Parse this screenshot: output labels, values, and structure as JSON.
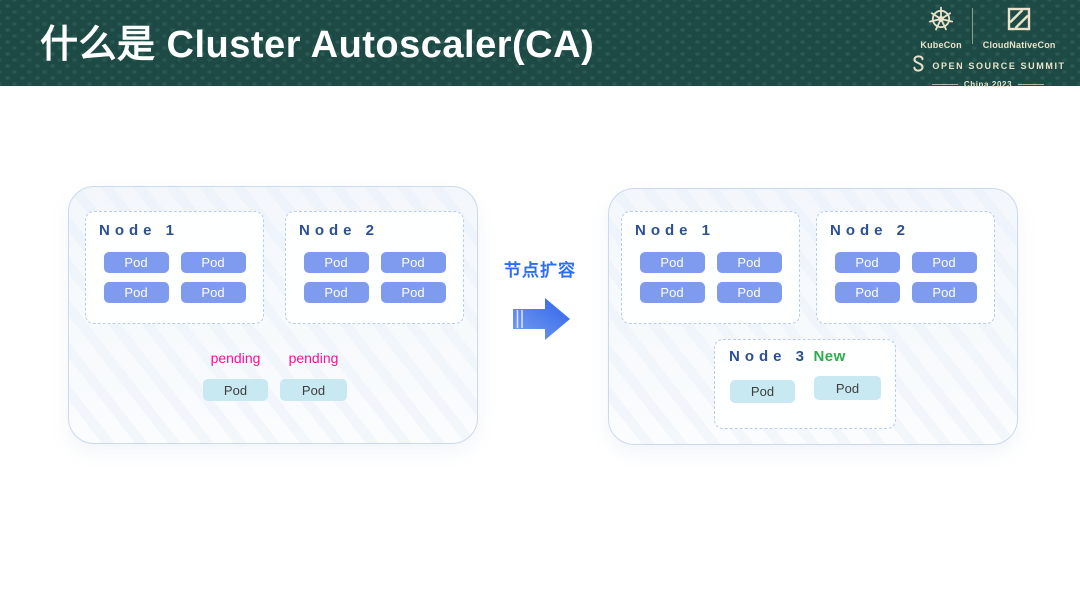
{
  "header": {
    "title": "什么是 Cluster Autoscaler(CA)",
    "logos": {
      "kubecon": "KubeCon",
      "cloudnativecon": "CloudNativeCon",
      "summit": "OPEN SOURCE SUMMIT",
      "edition": "China 2023"
    }
  },
  "diagram": {
    "arrow_label": "节点扩容",
    "before": {
      "node1": {
        "name": "Node 1",
        "pods": [
          "Pod",
          "Pod",
          "Pod",
          "Pod"
        ]
      },
      "node2": {
        "name": "Node 2",
        "pods": [
          "Pod",
          "Pod",
          "Pod",
          "Pod"
        ]
      },
      "pending1": {
        "label": "pending",
        "pod": "Pod"
      },
      "pending2": {
        "label": "pending",
        "pod": "Pod"
      }
    },
    "after": {
      "node1": {
        "name": "Node 1",
        "pods": [
          "Pod",
          "Pod",
          "Pod",
          "Pod"
        ]
      },
      "node2": {
        "name": "Node 2",
        "pods": [
          "Pod",
          "Pod",
          "Pod",
          "Pod"
        ]
      },
      "node3": {
        "name": "Node 3",
        "badge": "New",
        "pods": [
          "Pod",
          "Pod"
        ]
      }
    }
  },
  "colors": {
    "header_bg": "#1d4a44",
    "logo_cream": "#eae3cb",
    "pod_blue": "#7e9bef",
    "pod_cyan": "#c8e9f2",
    "pending_pink": "#f2129b",
    "new_green": "#2fad4b",
    "node_label_blue": "#2d4f96",
    "arrow_blue": "#2e6ef2",
    "cluster_border": "#cdd9ef",
    "node_dashed_border": "#b8cdea"
  }
}
